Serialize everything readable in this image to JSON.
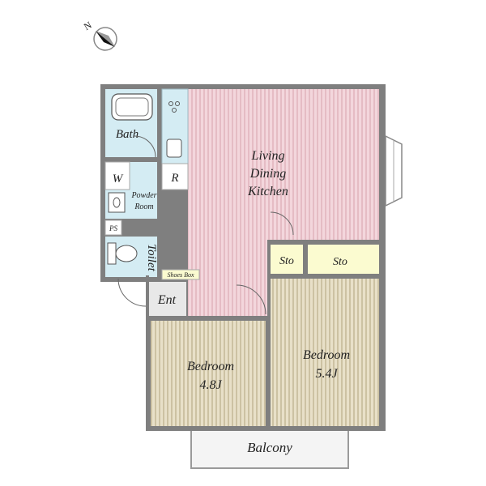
{
  "compass": {
    "label": "N",
    "icon": "compass-north-arrow-icon"
  },
  "rooms": {
    "bath": "Bath",
    "washer": "W",
    "powder_room": [
      "Powder",
      "Room"
    ],
    "pipe_space": "PS",
    "toilet": "Toilet",
    "refrigerator": "R",
    "ldk": [
      "Living",
      "Dining",
      "Kitchen"
    ],
    "storage_left": "Sto",
    "storage_right": "Sto",
    "shoes_box": "Shoes Box",
    "entrance": "Ent",
    "bedroom_left": {
      "name": "Bedroom",
      "size": "4.8J"
    },
    "bedroom_right": {
      "name": "Bedroom",
      "size": "5.4J"
    },
    "balcony": "Balcony"
  },
  "colors": {
    "wall": "#7f7f7f",
    "ldk_floor": "#f3d6dc",
    "ldk_stripe": "#dcaab4",
    "bedroom_floor": "#e8e0c8",
    "bedroom_stripe": "#b9ad8a",
    "wet_area": "#d4ecf3",
    "storage": "#fbfbd0",
    "entrance": "#e8e8e8",
    "balcony": "#f4f4f4"
  }
}
